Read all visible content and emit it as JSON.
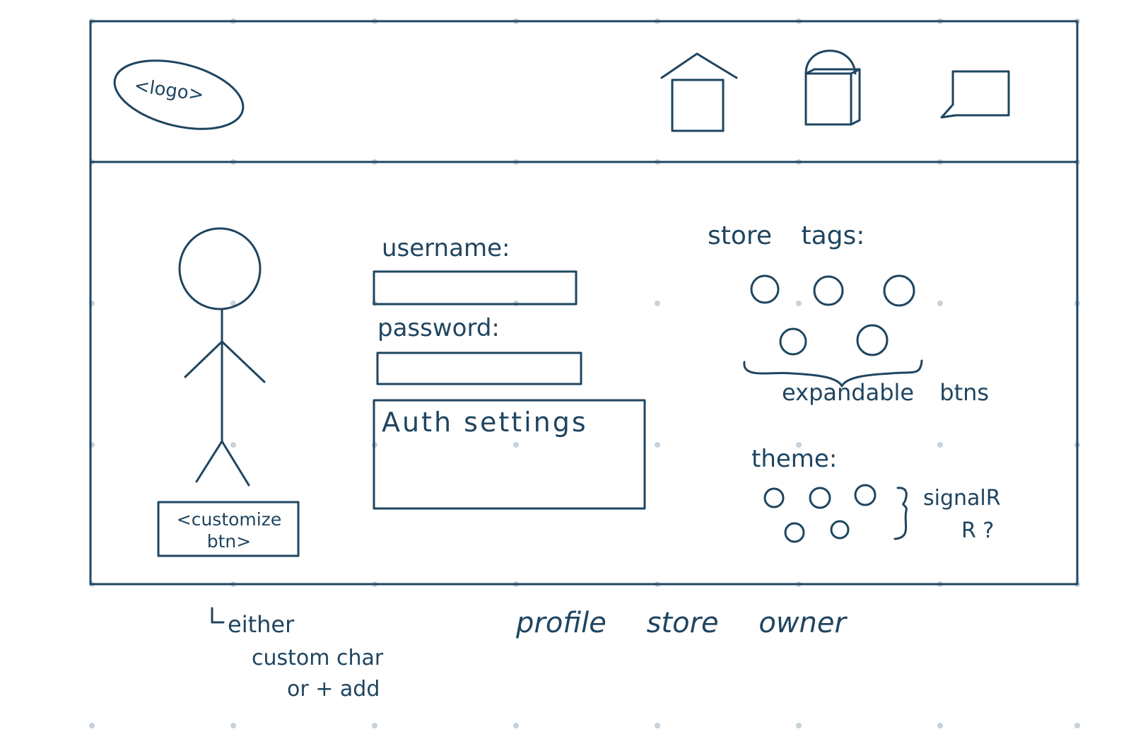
{
  "header": {
    "logo_label": "<logo>",
    "icons": [
      "home-icon",
      "store-icon",
      "chat-icon"
    ]
  },
  "profile": {
    "customize_label_line1": "<customize",
    "customize_label_line2": "btn>"
  },
  "form": {
    "username_label": "username:",
    "password_label": "password:",
    "auth_settings_label": "Auth settings"
  },
  "store_tags": {
    "label": "store tags:",
    "note": "expandable btns",
    "tag_count": 5
  },
  "theme": {
    "label": "theme:",
    "note_line1": "signalR",
    "note_line2": "R ?",
    "option_count": 5
  },
  "annotations": {
    "customize_note_line1": "either",
    "customize_note_line2": "custom char",
    "customize_note_line3": "or + add",
    "page_caption": "profile store owner"
  },
  "colors": {
    "ink": "#1f4560",
    "dots": "#c8d2da"
  }
}
